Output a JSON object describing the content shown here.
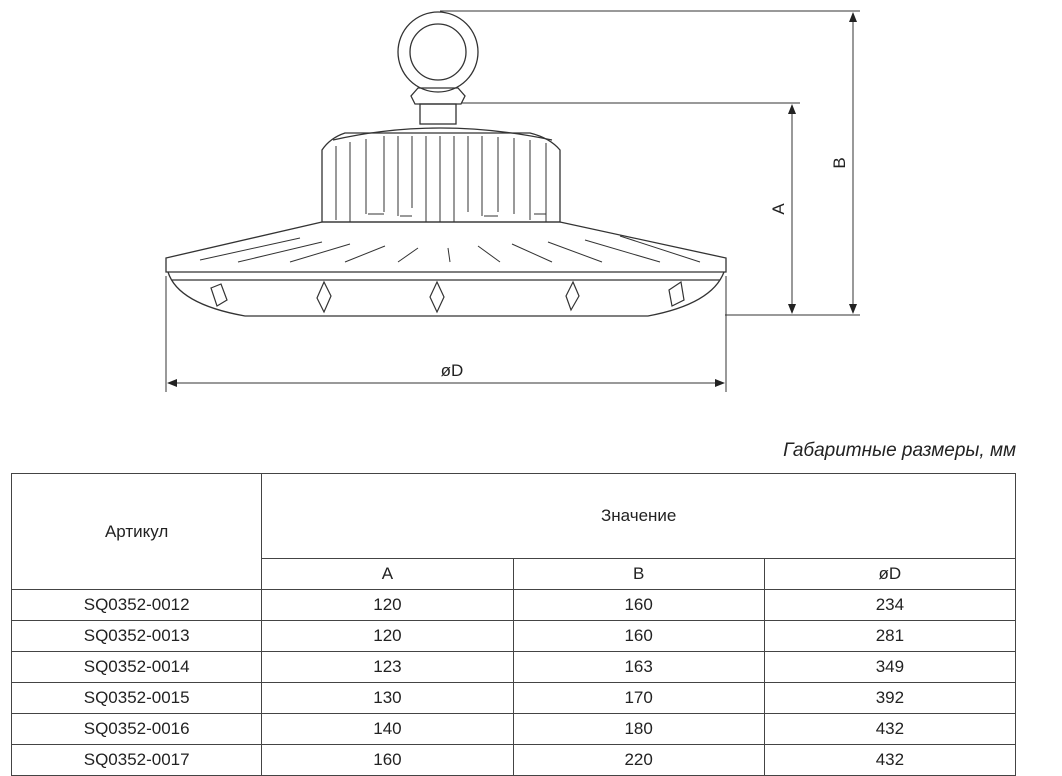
{
  "diagram": {
    "dimension_labels": {
      "a": "A",
      "b": "B",
      "d": "øD"
    }
  },
  "caption": "Габаритные размеры, мм",
  "table": {
    "article_header": "Артикул",
    "value_header": "Значение",
    "columns": [
      "A",
      "B",
      "øD"
    ],
    "rows": [
      {
        "article": "SQ0352-0012",
        "a": "120",
        "b": "160",
        "d": "234"
      },
      {
        "article": "SQ0352-0013",
        "a": "120",
        "b": "160",
        "d": "281"
      },
      {
        "article": "SQ0352-0014",
        "a": "123",
        "b": "163",
        "d": "349"
      },
      {
        "article": "SQ0352-0015",
        "a": "130",
        "b": "170",
        "d": "392"
      },
      {
        "article": "SQ0352-0016",
        "a": "140",
        "b": "180",
        "d": "432"
      },
      {
        "article": "SQ0352-0017",
        "a": "160",
        "b": "220",
        "d": "432"
      }
    ]
  }
}
